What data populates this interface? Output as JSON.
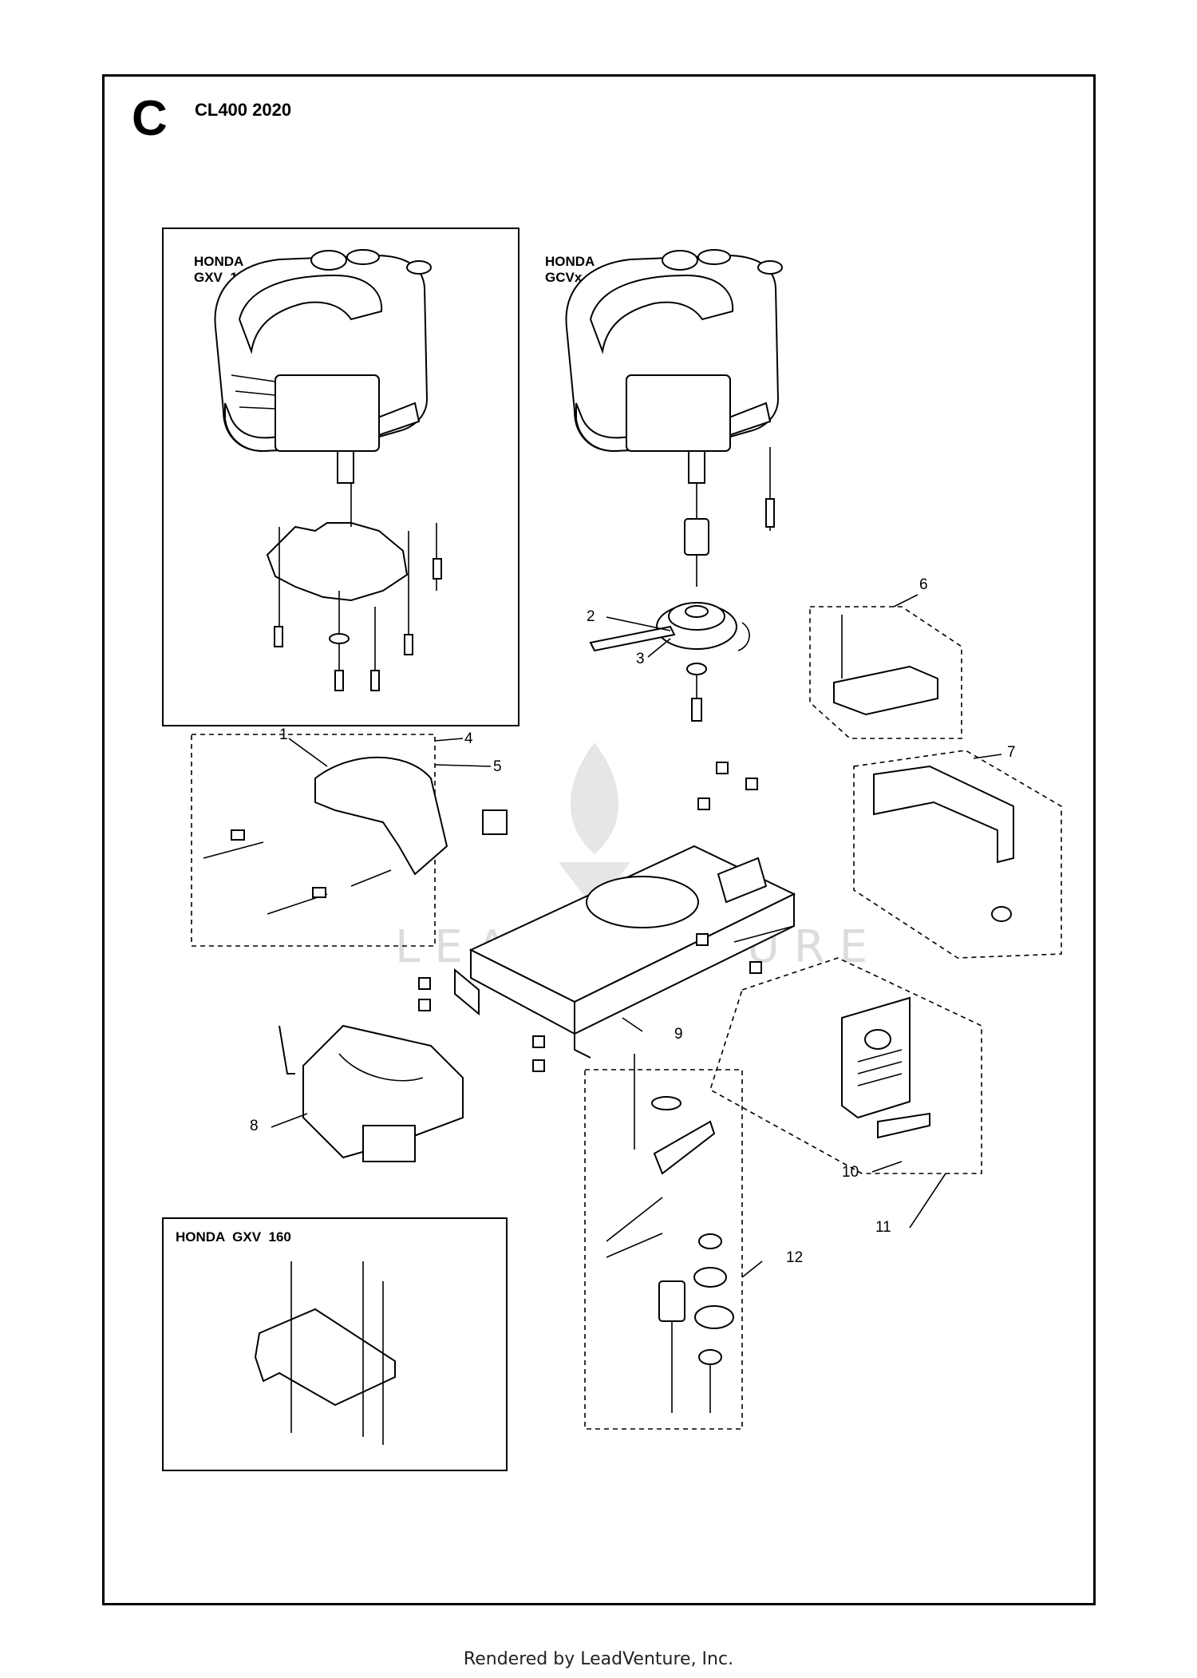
{
  "diagram": {
    "section_letter": "C",
    "model": "CL400 2020",
    "boxes": {
      "gxv160_top": "HONDA\nGXV  160",
      "gcvx145": "HONDA\nGCVx  145",
      "gxv160_bottom": "HONDA  GXV  160"
    },
    "callouts": [
      "1",
      "2",
      "3",
      "4",
      "5",
      "6",
      "7",
      "8",
      "9",
      "10",
      "11",
      "12"
    ],
    "watermark": "LEADVENTURE",
    "footer": "Rendered by LeadVenture, Inc."
  }
}
